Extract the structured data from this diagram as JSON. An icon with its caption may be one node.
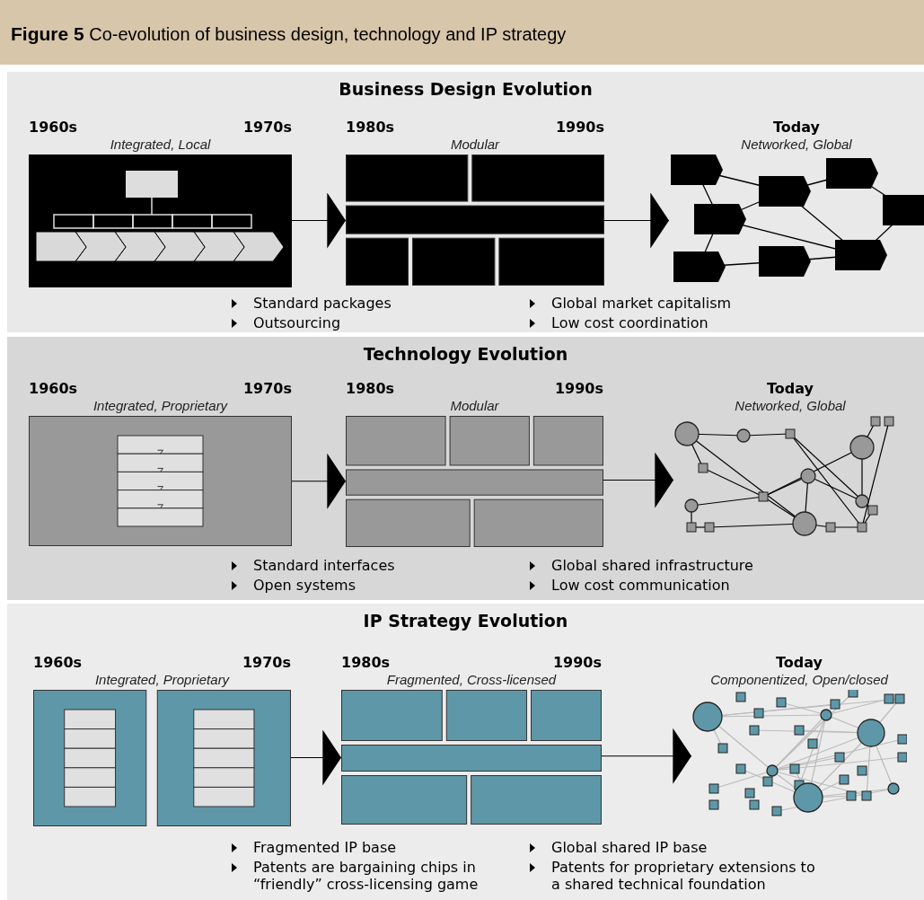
{
  "diagram": {
    "title": "**Figure 5** Co-evolution of business design, technology and IP strategy",
    "nodes": [
      {
        "text": [
          "Business Design Evolution"
        ]
      },
      {
        "text": [],
        "shape": "picture",
        "in": 0,
        "beside": [
          "1960s",
          "1970s",
          "Integrated, Local"
        ]
      },
      {
        "text": [],
        "shape": "picture",
        "in": 0,
        "beside": [
          "1980s",
          "1990s",
          "Modular"
        ]
      },
      {
        "text": [],
        "shape": "picture",
        "in": 0,
        "beside": [
          "Today",
          "Networked, Global"
        ]
      },
      {
        "text": [
          "Technology Evolution"
        ]
      },
      {
        "text": [],
        "shape": "picture",
        "in": 4,
        "beside": [
          "1960s",
          "1970s",
          "Integrated, Proprietary"
        ]
      },
      {
        "text": [],
        "shape": "picture",
        "in": 4,
        "beside": [
          "1980s",
          "1990s",
          "Modular"
        ]
      },
      {
        "text": [],
        "shape": "picture",
        "in": 4,
        "beside": [
          "Today",
          "Networked, Global"
        ]
      },
      {
        "text": [
          "IP Strategy Evolution"
        ]
      },
      {
        "text": [],
        "shape": "picture",
        "in": 8,
        "beside": [
          "1960s",
          "1970s",
          "Integrated, Proprietary"
        ]
      },
      {
        "text": [],
        "shape": "picture",
        "in": 8,
        "beside": [
          "1980s",
          "1990s",
          "Fragmented, Cross-licensed"
        ]
      },
      {
        "text": [],
        "shape": "picture",
        "in": 8,
        "beside": [
          "Today",
          "Componentized, Open/closed"
        ]
      }
    ],
    "edges": [
      {
        "from": 1,
        "to": 2,
        "arrow": "to"
      },
      {
        "from": 2,
        "to": 3,
        "arrow": "to"
      },
      {
        "from": 5,
        "to": 6,
        "arrow": "to"
      },
      {
        "from": 6,
        "to": 7,
        "arrow": "to"
      },
      {
        "from": 9,
        "to": 10,
        "arrow": "to"
      },
      {
        "from": 10,
        "to": 11,
        "arrow": "to"
      }
    ],
    "labels": [
      "Standard packages",
      "Global market capitalism",
      "Outsourcing",
      "Low cost coordination",
      "Standard interfaces",
      "Global shared infrastructure",
      "Open systems",
      "Low cost communication",
      "Fragmented IP base",
      "Global shared IP base",
      "Patents are bargaining chips in “friendly” cross-licensing game",
      "Patents for proprietary extensions to a shared technical foundation"
    ]
  }
}
